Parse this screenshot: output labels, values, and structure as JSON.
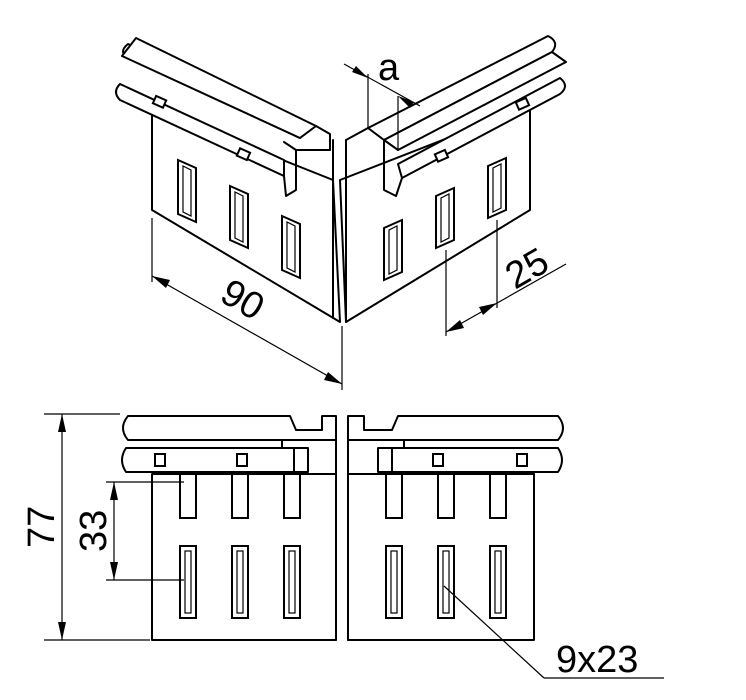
{
  "dimensions": {
    "width_90": "90",
    "offset_a": "a",
    "slot_pitch_25": "25",
    "height_77": "77",
    "slot_spacing_33": "33",
    "slot_size": "9x23"
  }
}
